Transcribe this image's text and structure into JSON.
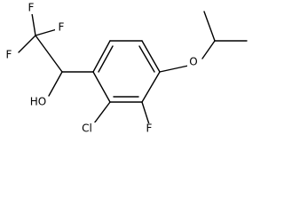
{
  "molecule": {
    "atoms": {
      "f_top": "F",
      "f_left": "F",
      "f_mid": "F",
      "hydroxyl": "HO",
      "chlorine": "Cl",
      "f_ring": "F",
      "ether_oxygen": "O"
    }
  }
}
